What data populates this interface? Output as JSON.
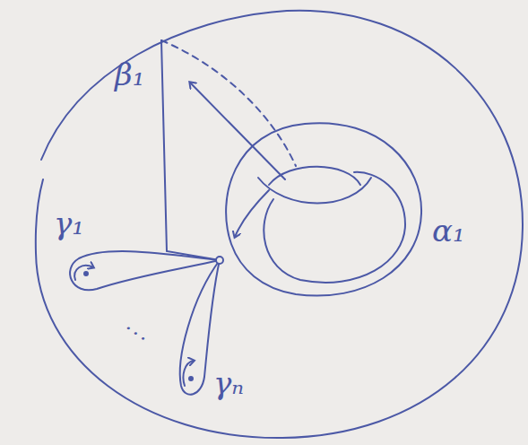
{
  "diagram": {
    "labels": [
      "β₁",
      "α₁",
      "γ₁",
      "...",
      "γₙ"
    ]
  }
}
